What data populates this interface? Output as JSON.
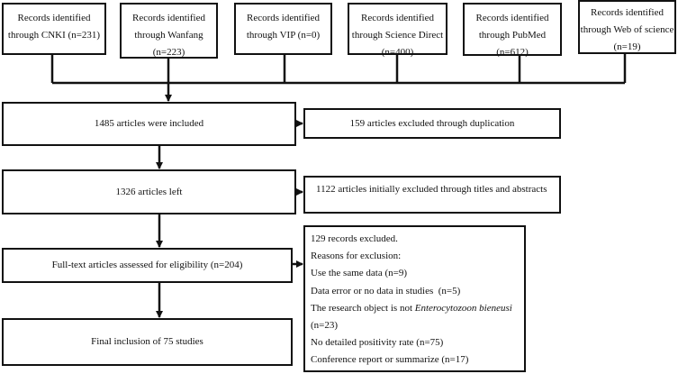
{
  "sources": [
    "Records identified through CNKI (n=231)",
    "Records identified through Wanfang (n=223)",
    "Records identified through VIP (n=0)",
    "Records identified through Science Direct (n=400)",
    "Records identified through PubMed (n=612)",
    "Records identified through Web of science (n=19)"
  ],
  "main": {
    "included": "1485 articles were included",
    "left": "1326 articles left",
    "assessed": "Full-text articles assessed for eligibility (n=204)",
    "final": "Final inclusion of 75 studies"
  },
  "excluded": {
    "duplication": "159 articles excluded through duplication",
    "titles": "1122 articles initially excluded through titles and abstracts",
    "fulltext": {
      "header": "129 records excluded.",
      "reasons_label": "Reasons for exclusion:",
      "r1": "Use the same data (n=9)",
      "r2": "Data error or no data in studies  (n=5)",
      "r3_prefix": "The research object is not ",
      "r3_species": "Enterocytozoon bieneusi",
      "r3_count": "(n=23)",
      "r4": "No detailed positivity rate (n=75)",
      "r5": "Conference report or summarize (n=17)"
    }
  }
}
